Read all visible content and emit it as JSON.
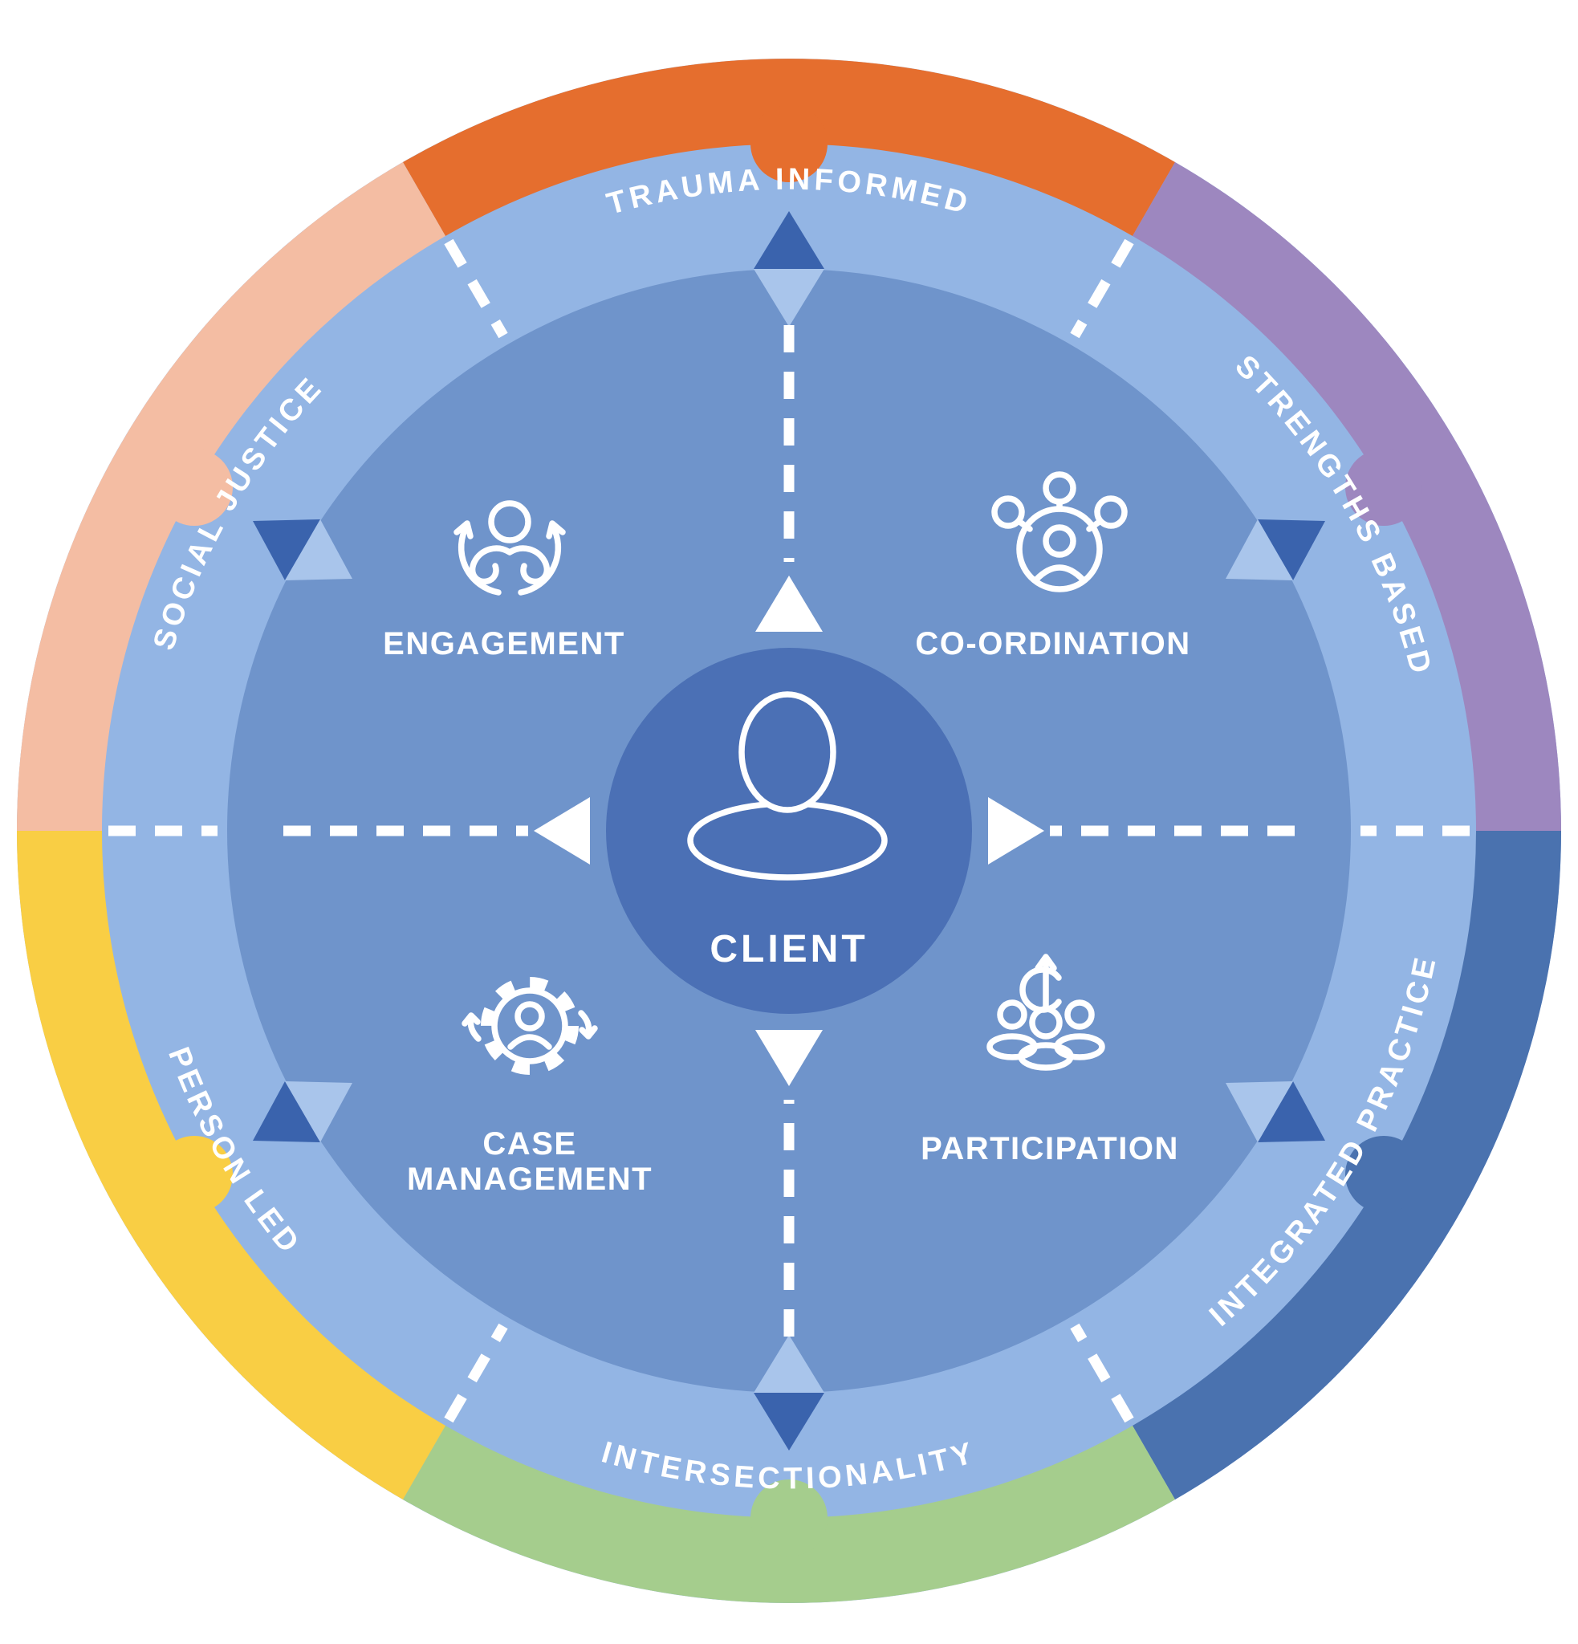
{
  "diagram": {
    "center": {
      "label": "CLIENT",
      "icon": "person-icon"
    },
    "quadrants": {
      "engagement": {
        "label": "ENGAGEMENT",
        "icon": "engagement-icon"
      },
      "coordination": {
        "label": "CO-ORDINATION",
        "icon": "coordination-icon"
      },
      "case_management": {
        "label_line1": "CASE",
        "label_line2": "MANAGEMENT",
        "icon": "case-management-icon"
      },
      "participation": {
        "label": "PARTICIPATION",
        "icon": "participation-icon"
      }
    },
    "principles": [
      {
        "id": "trauma-informed",
        "label": "TRAUMA INFORMED",
        "color": "#E56E2E",
        "position": "top"
      },
      {
        "id": "strengths-based",
        "label": "STRENGTHS BASED",
        "color": "#9D87BF",
        "position": "upper-right"
      },
      {
        "id": "integrated-practice",
        "label": "INTEGRATED PRACTICE",
        "color": "#4A72AF",
        "position": "lower-right"
      },
      {
        "id": "intersectionality",
        "label": "INTERSECTIONALITY",
        "color": "#A5CD8D",
        "position": "bottom"
      },
      {
        "id": "person-led",
        "label": "PERSON LED",
        "color": "#F9CE44",
        "position": "lower-left"
      },
      {
        "id": "social-justice",
        "label": "SOCIAL JUSTICE",
        "color": "#F4BDA3",
        "position": "upper-left"
      }
    ],
    "colors": {
      "ring": "#93B5E4",
      "inner_circle": "#6F94CB",
      "center_circle": "#4B70B5",
      "triangle_dark": "#3A63AD",
      "triangle_light": "#A9C5EB",
      "text": "#FFFFFF"
    }
  }
}
